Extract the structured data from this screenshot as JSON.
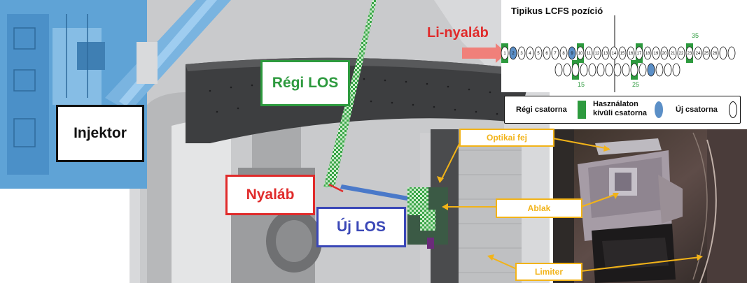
{
  "labels": {
    "injektor": "Injektor",
    "regi_los": "Régi LOS",
    "nyalab": "Nyaláb",
    "uj_los": "Új LOS",
    "li_nyalab": "Li-nyaláb",
    "lcfs_title": "Tipikus LCFS pozíció",
    "optikai_fej": "Optikai fej",
    "ablak": "Ablak",
    "limiter": "Limiter"
  },
  "legend": {
    "regi_csatorna": "Régi csatorna",
    "hasznalaton_line1": "Használaton",
    "hasznalaton_line2": "kívüli csatorna",
    "uj_csatorna": "Új csatorna"
  },
  "channels": {
    "top_labels": [
      "1",
      "2",
      "3",
      "4",
      "5",
      "6",
      "7",
      "8",
      "9",
      "10",
      "11",
      "12",
      "13",
      "14",
      "15",
      "16",
      "17",
      "18",
      "19",
      "20",
      "21",
      "22",
      "23",
      "24",
      "25",
      "26"
    ],
    "markers": [
      "15",
      "25",
      "35"
    ]
  },
  "colors": {
    "green": "#2d9a3e",
    "red": "#e02b2b",
    "blue": "#3a47b7",
    "yellow": "#f2b318",
    "steel_blue": "#5b8fc7"
  }
}
